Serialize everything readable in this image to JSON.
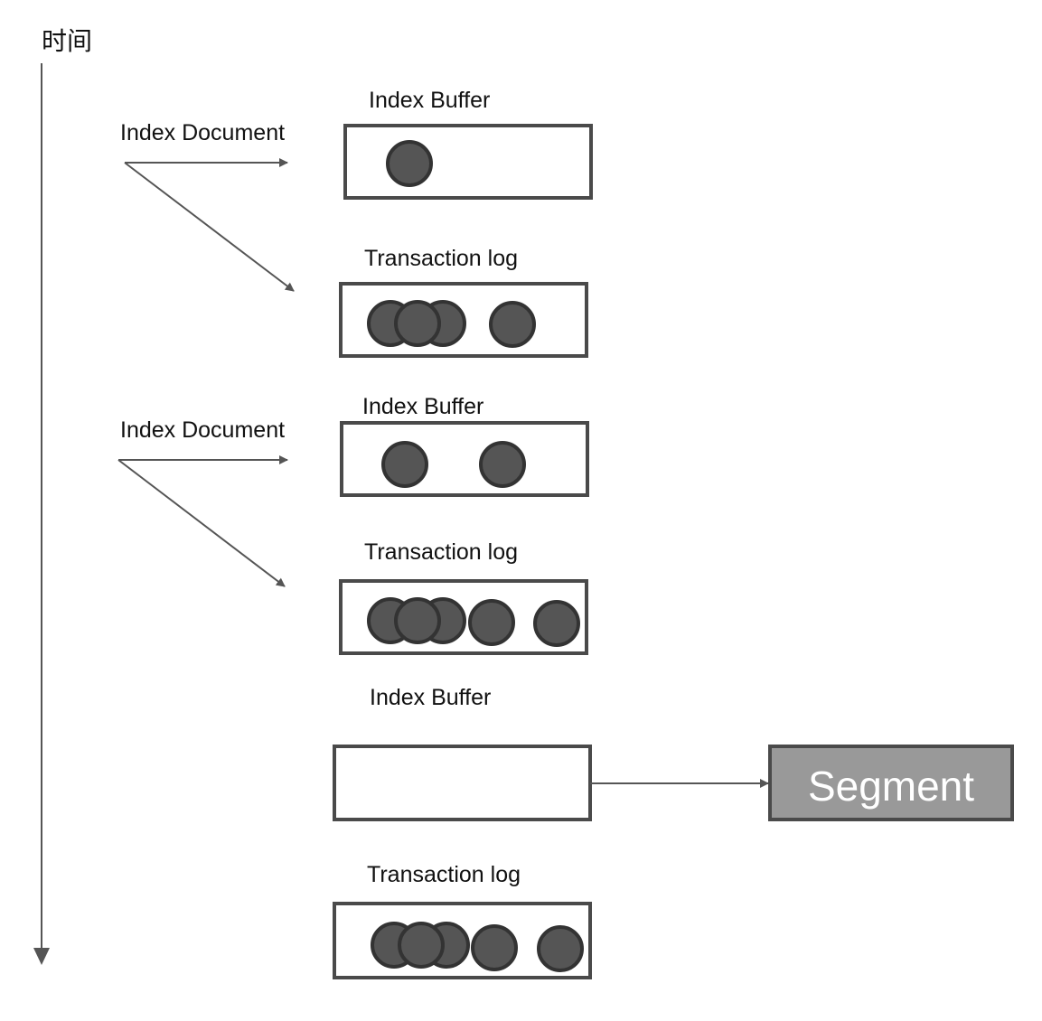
{
  "time_axis": {
    "label": "时间"
  },
  "steps": [
    {
      "action": "Index Document",
      "buffer": {
        "label": "Index Buffer",
        "doc_count": 1
      },
      "log": {
        "label": "Transaction log",
        "overlapped_docs": 3,
        "separate_docs": 1
      }
    },
    {
      "action": "Index Document",
      "buffer": {
        "label": "Index Buffer",
        "doc_count": 2
      },
      "log": {
        "label": "Transaction log",
        "overlapped_docs": 3,
        "separate_docs": 2
      }
    },
    {
      "buffer": {
        "label": "Index Buffer",
        "doc_count": 0
      },
      "segment": {
        "label": "Segment"
      },
      "log": {
        "label": "Transaction log",
        "overlapped_docs": 3,
        "separate_docs": 2
      }
    }
  ],
  "colors": {
    "stroke": "#555555",
    "box_border": "#4a4a4a",
    "doc_fill": "#555555",
    "doc_border": "#333333",
    "segment_fill": "#999999",
    "segment_text": "#ffffff"
  }
}
